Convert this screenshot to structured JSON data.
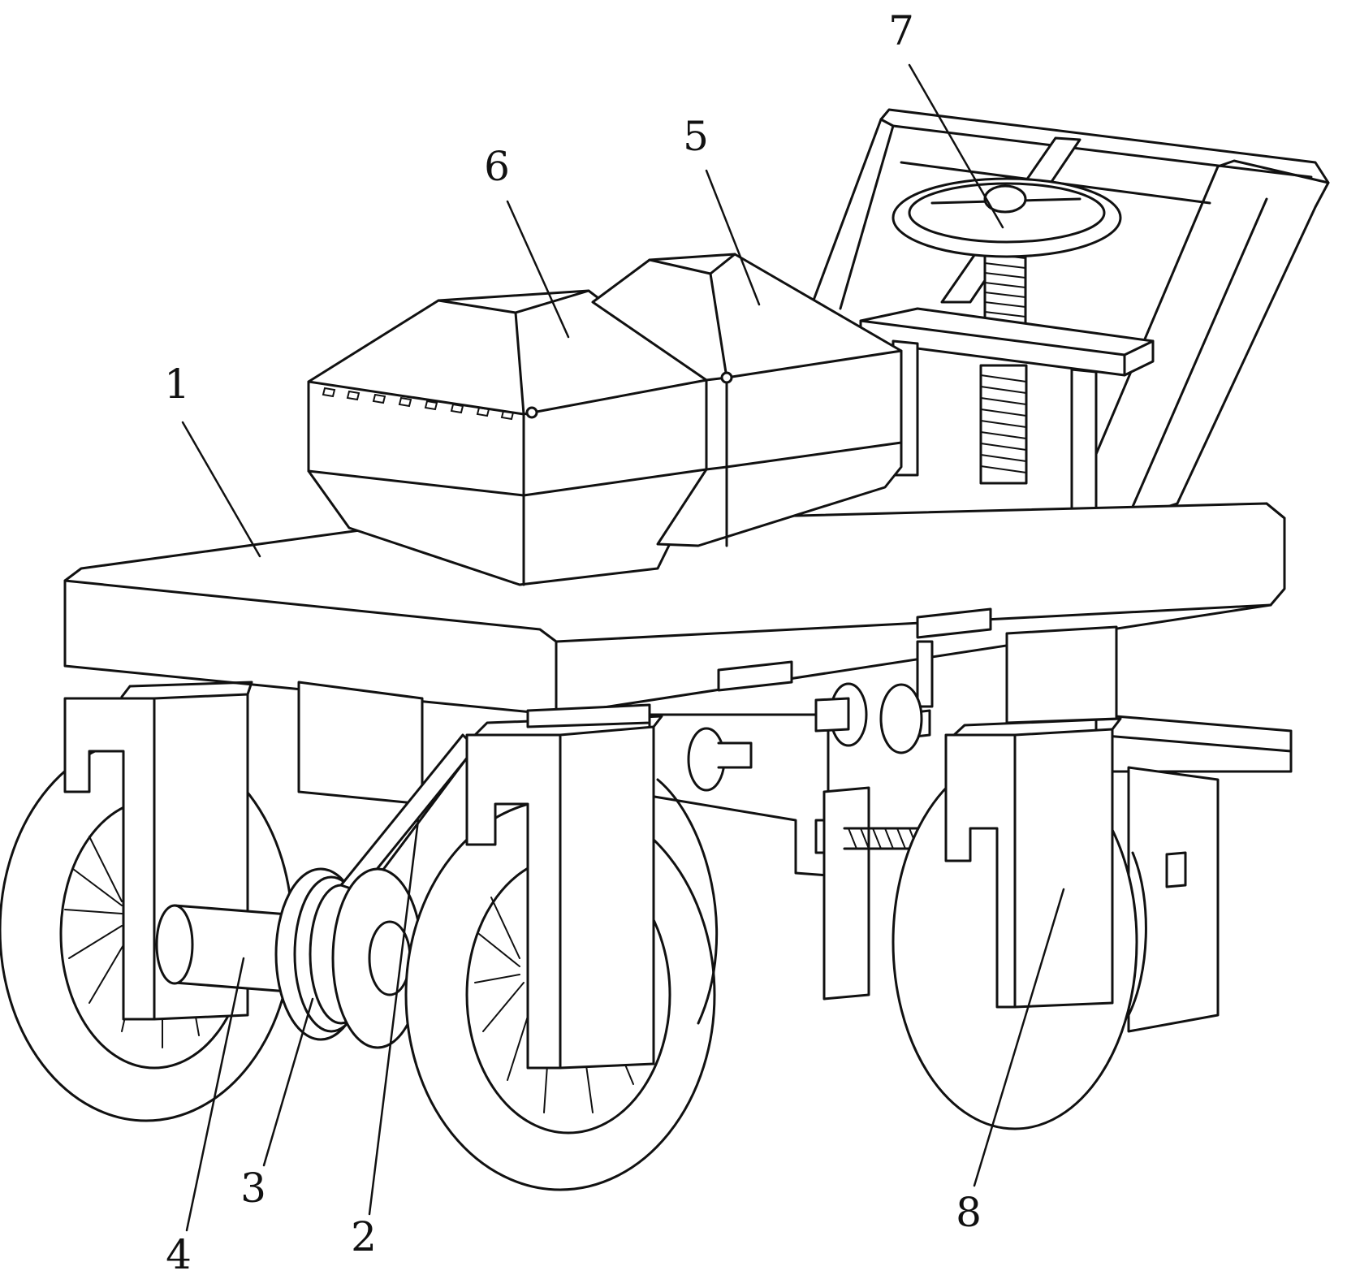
{
  "figure": {
    "labels": [
      {
        "id": "label-1",
        "text": "1"
      },
      {
        "id": "label-2",
        "text": "2"
      },
      {
        "id": "label-3",
        "text": "3"
      },
      {
        "id": "label-4",
        "text": "4"
      },
      {
        "id": "label-5",
        "text": "5"
      },
      {
        "id": "label-6",
        "text": "6"
      },
      {
        "id": "label-7",
        "text": "7"
      },
      {
        "id": "label-8",
        "text": "8"
      }
    ]
  }
}
